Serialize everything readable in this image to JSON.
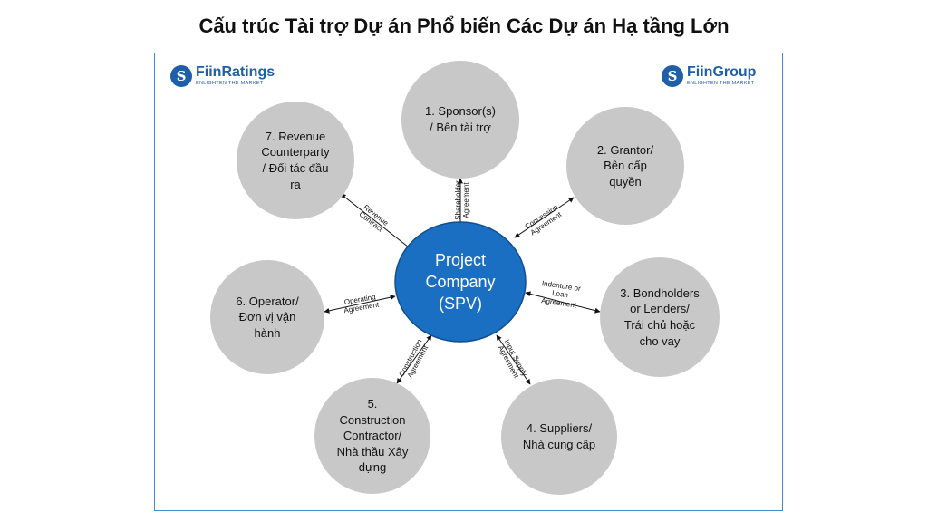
{
  "title": "Cấu trúc Tài trợ Dự án Phổ biến Các Dự án Hạ tầng Lớn",
  "logos": {
    "left": {
      "name": "FiinRatings",
      "tagline": "ENLIGHTEN THE MARKET",
      "mark": "S"
    },
    "right": {
      "name": "FiinGroup",
      "tagline": "ENLIGHTEN THE MARKET",
      "mark": "S"
    }
  },
  "colors": {
    "frame": "#3d8fd4",
    "node_fill": "#c8c8c8",
    "center_fill": "#1b6fc2",
    "center_stroke": "#124f8f",
    "arrow": "#111111",
    "logo": "#1f5fa8"
  },
  "center": {
    "lines": [
      "Project",
      "Company",
      "(SPV)"
    ]
  },
  "nodes": [
    {
      "id": "sponsor",
      "lines": [
        "1. Sponsor(s)",
        "/ Bên tài trợ"
      ]
    },
    {
      "id": "grantor",
      "lines": [
        "2. Grantor/",
        "Bên cấp",
        "quyền"
      ]
    },
    {
      "id": "bondholders",
      "lines": [
        "3. Bondholders",
        "or Lenders/",
        "Trái chủ hoặc",
        "cho vay"
      ]
    },
    {
      "id": "suppliers",
      "lines": [
        "4. Suppliers/",
        "Nhà cung cấp"
      ]
    },
    {
      "id": "contractor",
      "lines": [
        "5.",
        "Construction",
        "Contractor/",
        "Nhà thầu Xây",
        "dựng"
      ]
    },
    {
      "id": "operator",
      "lines": [
        "6. Operator/",
        "Đơn vị vận",
        "hành"
      ]
    },
    {
      "id": "revenue",
      "lines": [
        "7. Revenue",
        "Counterparty",
        "/ Đối tác đầu",
        "ra"
      ]
    }
  ],
  "edges": [
    {
      "node": "sponsor",
      "lines": [
        "Shareholder",
        "Agreement"
      ]
    },
    {
      "node": "grantor",
      "lines": [
        "Concession",
        "Agreement"
      ]
    },
    {
      "node": "bondholders",
      "lines": [
        "Indenture or",
        "Loan",
        "Agreement"
      ]
    },
    {
      "node": "suppliers",
      "lines": [
        "Input Supply",
        "Agreement"
      ]
    },
    {
      "node": "contractor",
      "lines": [
        "Construction",
        "Agreement"
      ]
    },
    {
      "node": "operator",
      "lines": [
        "Operating",
        "Agreement"
      ]
    },
    {
      "node": "revenue",
      "lines": [
        "Revenue",
        "Contract"
      ]
    }
  ]
}
